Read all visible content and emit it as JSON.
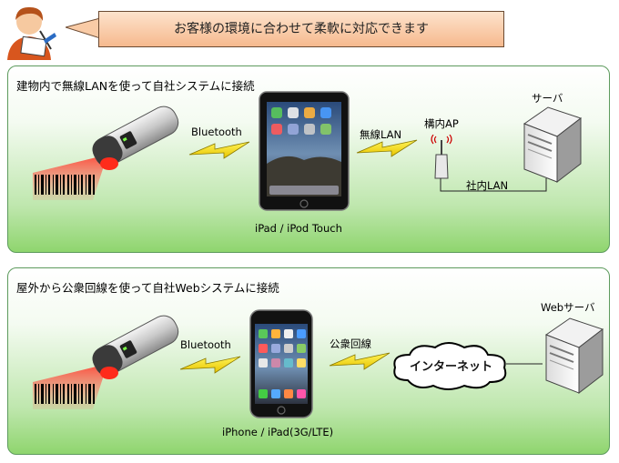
{
  "callout": {
    "text": "お客様の環境に合わせて柔軟に対応できます"
  },
  "panel1": {
    "title": "建物内で無線LANを使って自社システムに接続",
    "link1_label": "Bluetooth",
    "device_label": "iPad / iPod Touch",
    "link2_label": "無線LAN",
    "ap_label": "構内AP",
    "server_label": "サーバ",
    "lan_label": "社内LAN"
  },
  "panel2": {
    "title": "屋外から公衆回線を使って自社Webシステムに接続",
    "link1_label": "Bluetooth",
    "device_label": "iPhone / iPad(3G/LTE)",
    "link2_label": "公衆回線",
    "cloud_label": "インターネット",
    "server_label": "Webサーバ"
  },
  "colors": {
    "callout_fill": "#f8c49c",
    "panel_green": "#8fd56e",
    "bolt": "#f5e000"
  }
}
